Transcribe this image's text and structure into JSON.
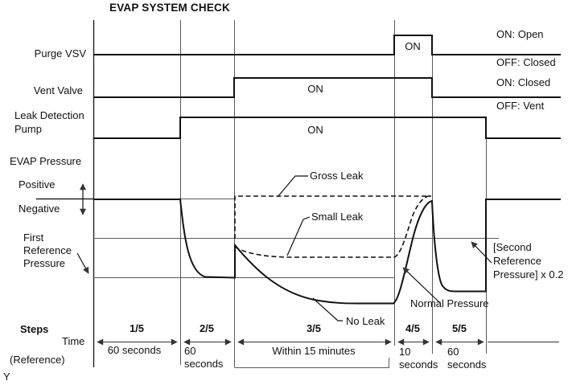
{
  "title": "EVAP SYSTEM CHECK",
  "signals": {
    "purge_vsv": {
      "label": "Purge VSV",
      "pulse_label": "ON"
    },
    "vent_valve": {
      "label": "Vent Valve",
      "pulse_label": "ON"
    },
    "leak_detection_pump": {
      "label_line1": "Leak Detection",
      "label_line2": "Pump",
      "pulse_label": "ON"
    }
  },
  "legend": {
    "purge_on": "ON: Open",
    "purge_off": "OFF: Closed",
    "vent_on": "ON: Closed",
    "vent_off": "OFF: Vent"
  },
  "pressure": {
    "label": "EVAP Pressure",
    "positive": "Positive",
    "negative": "Negative",
    "first_reference": {
      "line1": "First",
      "line2": "Reference",
      "line3": "Pressure"
    },
    "second_reference": {
      "line1": "[Second",
      "line2": "Reference",
      "line3": "Pressure] x 0.2"
    },
    "curve_labels": {
      "gross_leak": "Gross Leak",
      "small_leak": "Small Leak",
      "no_leak": "No Leak",
      "normal": "Normal Pressure"
    }
  },
  "timeline": {
    "steps_label": "Steps",
    "time_label": "Time",
    "reference_label": "(Reference)",
    "corner_label": "Y",
    "steps": [
      {
        "step": "1/5",
        "duration": "60 seconds"
      },
      {
        "step": "2/5",
        "duration_line1": "60",
        "duration_line2": "seconds"
      },
      {
        "step": "3/5",
        "duration": "Within 15 minutes"
      },
      {
        "step": "4/5",
        "duration_line1": "10",
        "duration_line2": "seconds"
      },
      {
        "step": "5/5",
        "duration_line1": "60",
        "duration_line2": "seconds"
      }
    ]
  }
}
